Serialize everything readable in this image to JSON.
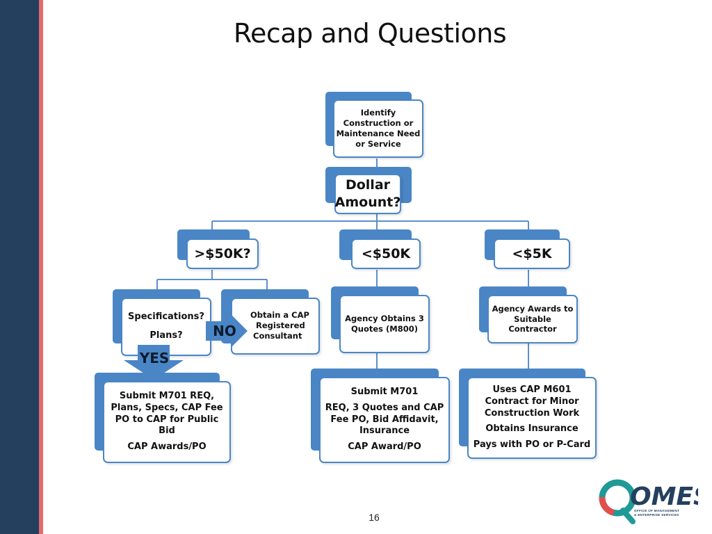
{
  "slide": {
    "title": "Recap and Questions",
    "page_number": "16"
  },
  "flowchart": {
    "identify": [
      "Identify",
      "Construction or",
      "Maintenance Need",
      "or Service"
    ],
    "dollar": [
      "Dollar",
      "Amount?"
    ],
    "over50k": ">$50K?",
    "under50k": "<$50K",
    "under5k": "<$5K",
    "specs": [
      "Specifications?",
      "Plans?"
    ],
    "obtain_cap": [
      "Obtain a CAP",
      "Registered",
      "Consultant"
    ],
    "agency_quotes": [
      "Agency Obtains 3",
      "Quotes (M800)"
    ],
    "agency_awards": [
      "Agency Awards to",
      "Suitable Contractor"
    ],
    "submit_m701_req": [
      "Submit M701 REQ,",
      "Plans, Specs, CAP Fee",
      "PO to CAP for Public",
      "Bid",
      "CAP Awards/PO"
    ],
    "submit_m701": [
      "Submit M701",
      "REQ, 3 Quotes and CAP",
      "Fee PO, Bid Affidavit,",
      "Insurance",
      "CAP Award/PO"
    ],
    "uses_cap": [
      "Uses CAP M601",
      "Contract for Minor",
      "Construction Work",
      "Obtains Insurance",
      "Pays with PO or P-Card"
    ],
    "yes_label": "YES",
    "no_label": "NO"
  },
  "logo": {
    "name": "OMES",
    "subtitle": [
      "OFFICE OF MANAGEMENT",
      "& ENTERPRISE SERVICES"
    ]
  },
  "colors": {
    "sidebar": "#24405e",
    "accent_stripe": "#e46a6b",
    "node_blue": "#4a86c6",
    "arrow_blue": "#4a86c6"
  }
}
